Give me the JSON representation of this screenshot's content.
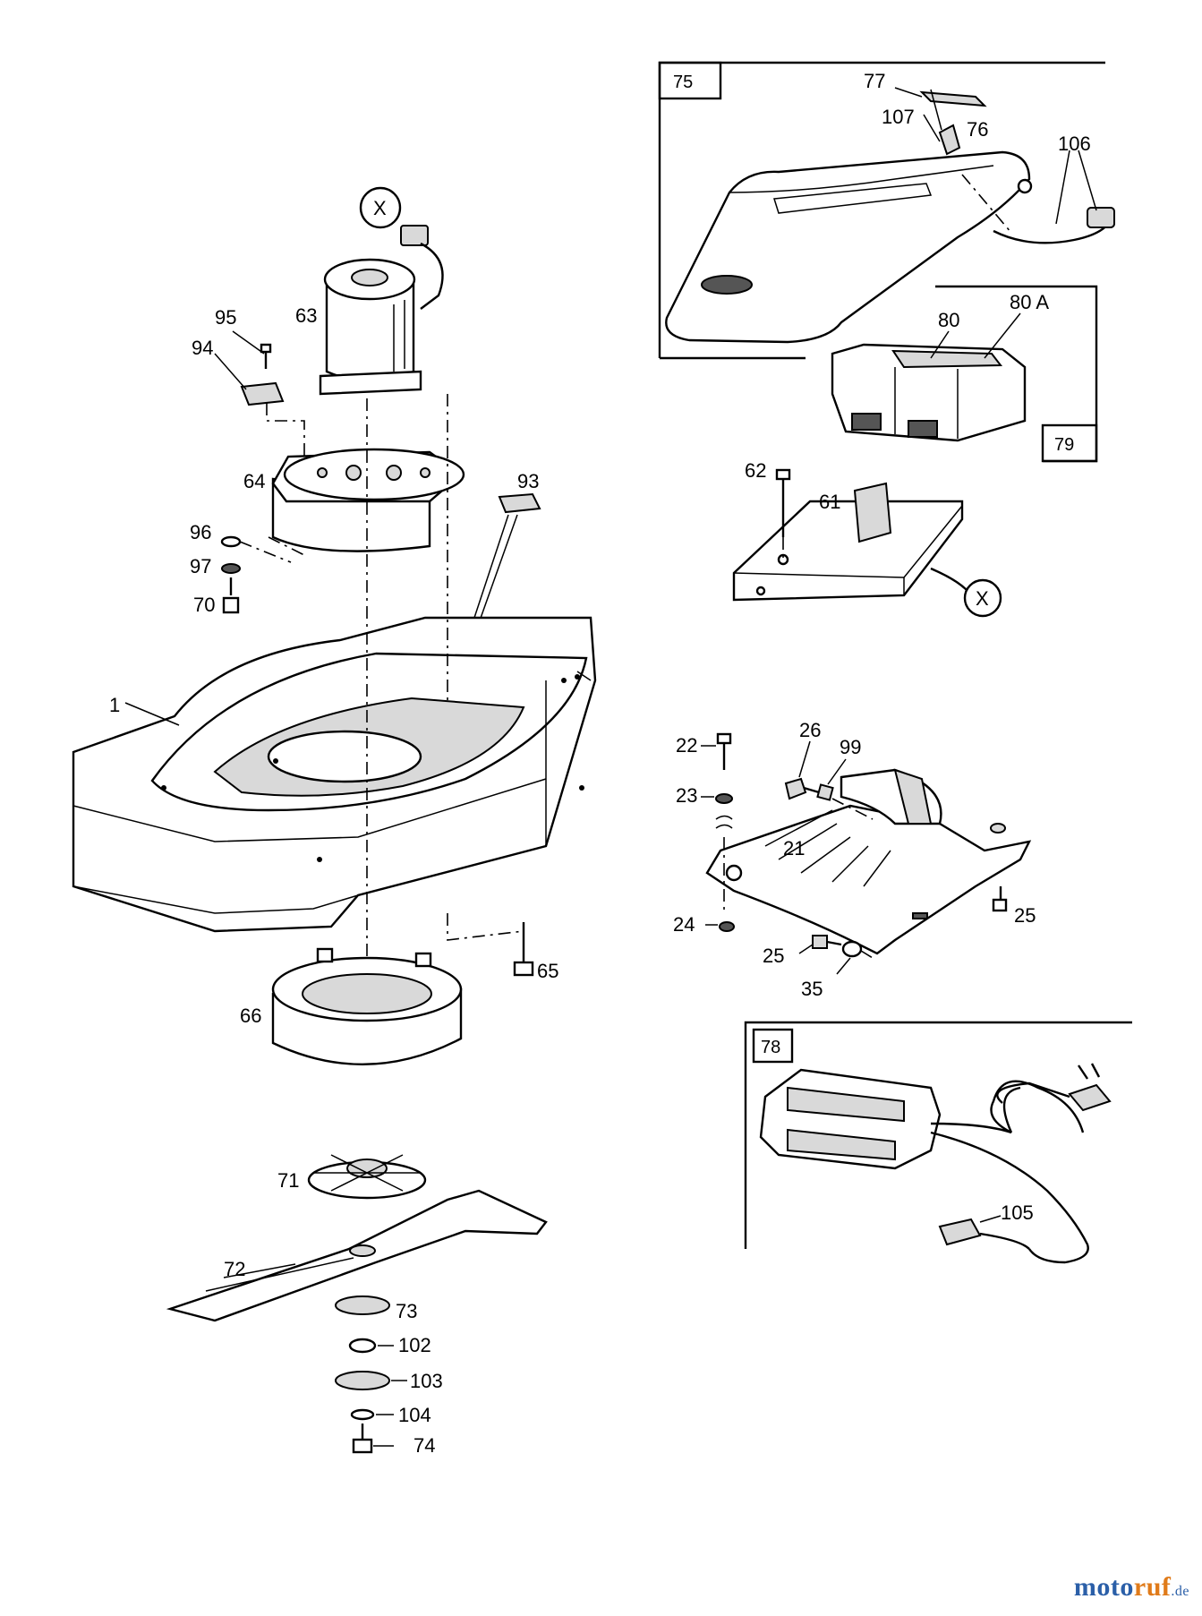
{
  "labels": {
    "p1": "1",
    "p21": "21",
    "p22": "22",
    "p23": "23",
    "p24": "24",
    "p25a": "25",
    "p25b": "25",
    "p26": "26",
    "p35": "35",
    "p61": "61",
    "p62": "62",
    "p63": "63",
    "p64": "64",
    "p65": "65",
    "p66": "66",
    "p70": "70",
    "p71": "71",
    "p72": "72",
    "p73": "73",
    "p74": "74",
    "p76": "76",
    "p77": "77",
    "p80": "80",
    "p80a": "80 A",
    "p93": "93",
    "p94": "94",
    "p95": "95",
    "p96": "96",
    "p97": "97",
    "p99": "99",
    "p102": "102",
    "p103": "103",
    "p104": "104",
    "p105": "105",
    "p106": "106",
    "p107": "107",
    "xTop": "X",
    "xRight": "X"
  },
  "boxes": {
    "b75": "75",
    "b79": "79",
    "b78": "78"
  },
  "watermark": {
    "brand_a": "moto",
    "brand_b": "ruf",
    "tld": ".de"
  }
}
